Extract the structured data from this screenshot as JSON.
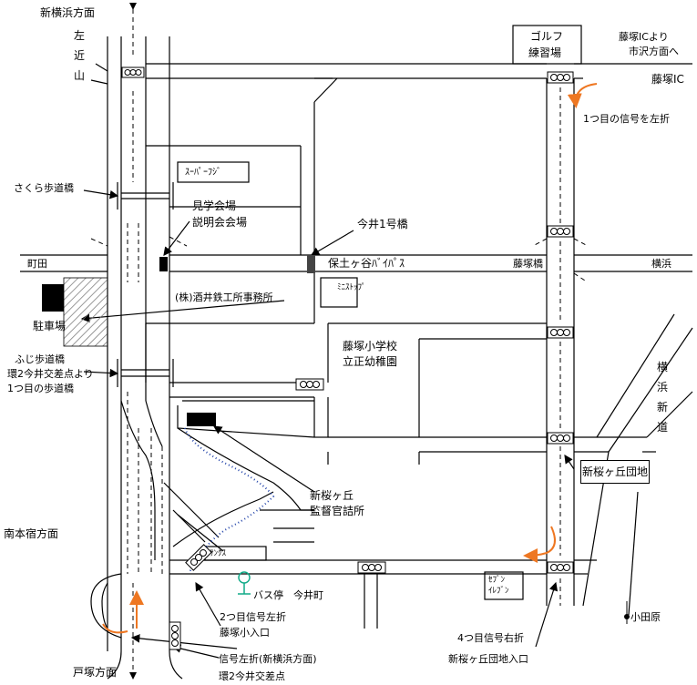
{
  "labels": {
    "shin_yokohama": "新横浜方面",
    "sakon_yama": "左近山",
    "golf": "ゴルフ",
    "golf2": "練習場",
    "fujitsuka_ic_from": "藤塚ICより",
    "fujitsuka_ic_from2": "市沢方面へ",
    "fujitsuka_ic": "藤塚IC",
    "first_signal_left": "1つ目の信号を左折",
    "super": "ｽｰﾊﾟｰﾌｼﾞ",
    "sakura_bridge": "さくら歩道橋",
    "kengaku": "見学会場",
    "setsumei": "説明会会場",
    "imai_bridge": "今井1号橋",
    "machida": "町田",
    "hodogaya_bypass": "保土ヶ谷ﾊﾞｲﾊﾟｽ",
    "fujitsuka_bashi": "藤塚橋",
    "yokohama_dir": "横浜",
    "ministop": "ﾐﾆｽﾄｯﾌﾟ",
    "office": "(株)酒井鉄工所事務所",
    "parking": "駐車場",
    "fuji_bridge": "ふじ歩道橋",
    "kan2_from": "環2今井交差点より",
    "kan2_from2": "1つ目の歩道橋",
    "school1": "藤塚小学校",
    "school2": "立正幼稚園",
    "yokohama_shindo": "横浜新道",
    "shinsakura_danchi": "新桜ヶ丘団地",
    "shinsakura": "新桜ヶ丘",
    "kantoku": "監督官詰所",
    "minami_honjuku": "南本宿方面",
    "sunkus": "ｻﾝｸｽ",
    "bus_stop": "バス停　今井町",
    "seven1": "ｾﾌﾞﾝ",
    "seven2": "ｲﾚﾌﾞﾝ",
    "odawara": "小田原",
    "second_signal": "2つ目信号左折",
    "fujitsuka_sho": "藤塚小入口",
    "fourth_signal": "4つ目信号右折",
    "shinsakura_iriguchi": "新桜ヶ丘団地入口",
    "signal_left": "信号左折(新横浜方面)",
    "kan2_imai": "環2今井交差点",
    "totsuka": "戸塚方面"
  },
  "colors": {
    "line": "#000000",
    "route_arrow": "#ee7722",
    "footpath_fill": "#2244aa",
    "bus_stop": "#11aa88",
    "building_fill": "#000000",
    "parking_hatch": "#888888"
  },
  "icons": [
    "traffic-signal-icon",
    "turn-arrow-icon",
    "bus-stop-icon",
    "north-arrow-icon"
  ]
}
